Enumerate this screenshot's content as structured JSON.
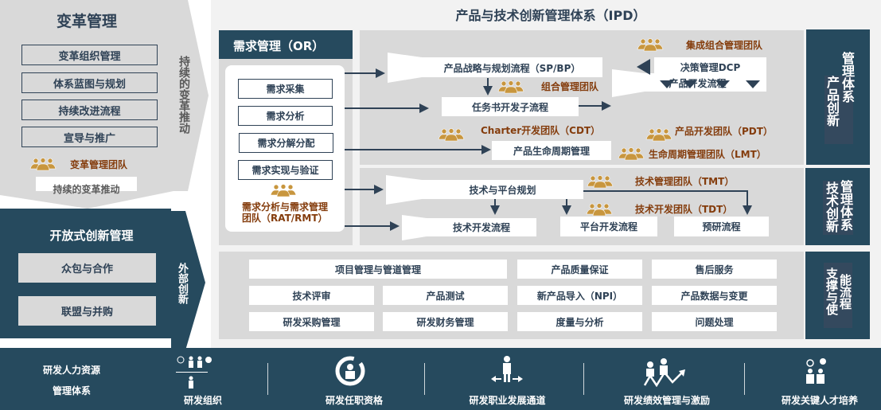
{
  "title": "产品与技术创新管理体系（IPD）",
  "change": {
    "title": "变革管理",
    "items": [
      "变革组织管理",
      "体系蓝图与规划",
      "持续改进流程",
      "宣导与推广"
    ],
    "team": "变革管理团队",
    "side_arrow": "持续的变革推动",
    "down_arrow": "持续的变革推动"
  },
  "open": {
    "title": "开放式创新管理",
    "items": [
      "众包与合作",
      "联盟与并购"
    ],
    "arrow": "外部创新"
  },
  "or": {
    "title": "需求管理（OR）",
    "items": [
      "需求采集",
      "需求分析",
      "需求分解分配",
      "需求实现与验证"
    ],
    "team": "需求分析与需求管理团队（RAT/RMT）"
  },
  "product": {
    "label_col1": "产品创新",
    "label_col2": "管理体系",
    "sp": "产品战略与规划流程（SP/BP）",
    "charter": "任务书开发子流程",
    "pd": "产品开发流程",
    "plm": "产品生命周期管理",
    "dcp": "决策管理DCP",
    "teams": {
      "ipmt": "集成组合管理团队",
      "pmt": "组合管理团队",
      "cdt": "Charter开发团队（CDT）",
      "pdt": "产品开发团队（PDT）",
      "lmt": "生命周期管理团队（LMT）"
    }
  },
  "tech": {
    "label_col1": "技术创新",
    "label_col2": "管理体系",
    "plan": "技术与平台规划",
    "dev": "技术开发流程",
    "platform": "平台开发流程",
    "research": "预研流程",
    "teams": {
      "tmt": "技术管理团队（TMT）",
      "tdt": "技术开发团队（TDT）"
    }
  },
  "support": {
    "label_col1": "支撑与使",
    "label_col2": "能流程",
    "items": [
      "项目管理与管道管理",
      "产品质量保证",
      "售后服务",
      "技术评审",
      "产品测试",
      "新产品导入（NPI）",
      "产品数据与变更",
      "研发采购管理",
      "研发财务管理",
      "度量与分析",
      "问题处理"
    ]
  },
  "hr": {
    "title_line1": "研发人力资源",
    "title_line2": "管理体系",
    "items": [
      "研发组织",
      "研发任职资格",
      "研发职业发展通道",
      "研发绩效管理与激励",
      "研发关键人才培养"
    ]
  },
  "colors": {
    "dark": "#264a5e",
    "gray": "#d9d9d9",
    "team_text": "#843c0c",
    "team_icon": "#c8963e",
    "text": "#2f4256"
  }
}
